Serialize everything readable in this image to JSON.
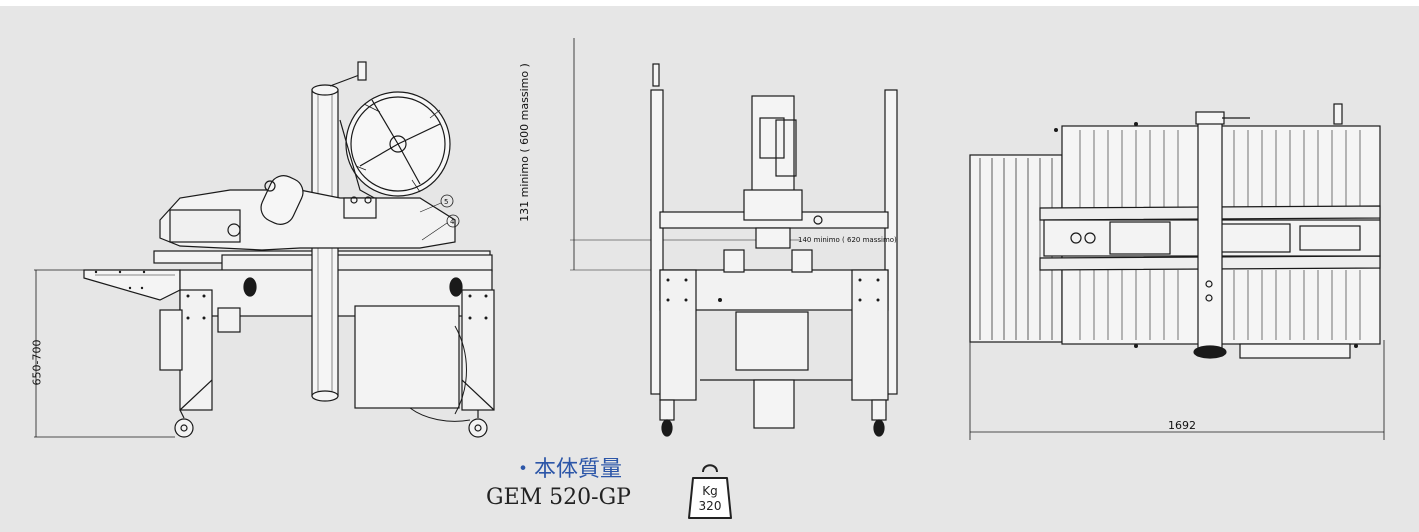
{
  "dimensions": {
    "height_range": "650-700",
    "min_max_height": "131 minimo ( 600 massimo )",
    "min_max_width": "140 minimo ( 620 massimo)",
    "overall_length": "1692"
  },
  "mass_section": {
    "label": "・本体質量",
    "model": "GEM 520-GP",
    "unit": "Kg",
    "value": "320",
    "label_color": "#2c56a8"
  },
  "callouts": {
    "c5": "5",
    "c4": "4"
  }
}
